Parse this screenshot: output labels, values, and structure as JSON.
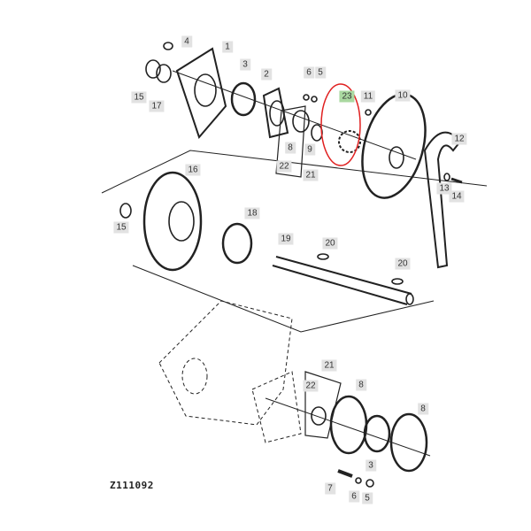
{
  "diagram": {
    "caption": "Z111092",
    "highlight_color": "#e02020",
    "highlight_label_color": "#a9d8a0",
    "highlighted_part": "23",
    "callouts": [
      "4",
      "1",
      "15",
      "17",
      "3",
      "2",
      "6",
      "5",
      "23",
      "11",
      "10",
      "12",
      "8",
      "9",
      "22",
      "21",
      "13",
      "14",
      "16",
      "15",
      "18",
      "19",
      "20",
      "20",
      "21",
      "22",
      "8",
      "8",
      "3",
      "7",
      "6",
      "5"
    ]
  }
}
